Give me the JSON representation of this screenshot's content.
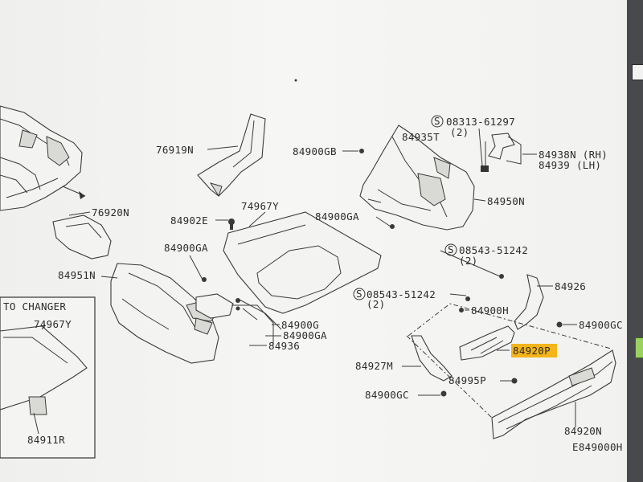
{
  "callouts": [
    {
      "id": "c1",
      "text": "S"
    },
    {
      "id": "c2",
      "text": "S"
    },
    {
      "id": "c3",
      "text": "S"
    }
  ],
  "labels": [
    {
      "id": "l01",
      "text": "08313-61297"
    },
    {
      "id": "l02",
      "text": "(2)"
    },
    {
      "id": "l03",
      "text": "84935T"
    },
    {
      "id": "l04",
      "text": "76919N"
    },
    {
      "id": "l05",
      "text": "84900GB"
    },
    {
      "id": "l06",
      "text": "84938N (RH)"
    },
    {
      "id": "l07",
      "text": "84939  (LH)"
    },
    {
      "id": "l08",
      "text": "84950N"
    },
    {
      "id": "l09",
      "text": "76920N"
    },
    {
      "id": "l10",
      "text": "74967Y"
    },
    {
      "id": "l11",
      "text": "84902E"
    },
    {
      "id": "l12",
      "text": "84900GA"
    },
    {
      "id": "l13",
      "text": "84900GA"
    },
    {
      "id": "l14",
      "text": "08543-51242"
    },
    {
      "id": "l15",
      "text": "(2)"
    },
    {
      "id": "l16",
      "text": "84951N"
    },
    {
      "id": "l17",
      "text": "84926"
    },
    {
      "id": "l18",
      "text": "08543-51242"
    },
    {
      "id": "l19",
      "text": "(2)"
    },
    {
      "id": "l20",
      "text": "84900H"
    },
    {
      "id": "l21",
      "text": "TO CHANGER"
    },
    {
      "id": "l22",
      "text": "74967Y"
    },
    {
      "id": "l23",
      "text": "84900G"
    },
    {
      "id": "l24",
      "text": "84900GA"
    },
    {
      "id": "l25",
      "text": "84936"
    },
    {
      "id": "l26",
      "text": "84900GC"
    },
    {
      "id": "l27",
      "text": "84920P"
    },
    {
      "id": "l28",
      "text": "84927M"
    },
    {
      "id": "l29",
      "text": "84995P"
    },
    {
      "id": "l30",
      "text": "84900GC"
    },
    {
      "id": "l31",
      "text": "84911R"
    },
    {
      "id": "l32",
      "text": "84920N"
    },
    {
      "id": "l33",
      "text": "E849000H"
    }
  ],
  "colors": {
    "highlight": "#f4b41a",
    "paper": "#f3f3f1",
    "ink": "#2c2c2c",
    "bezel": "#47494d"
  },
  "ui_icons": [
    "window-button-icon",
    "screen-tab-icon"
  ]
}
